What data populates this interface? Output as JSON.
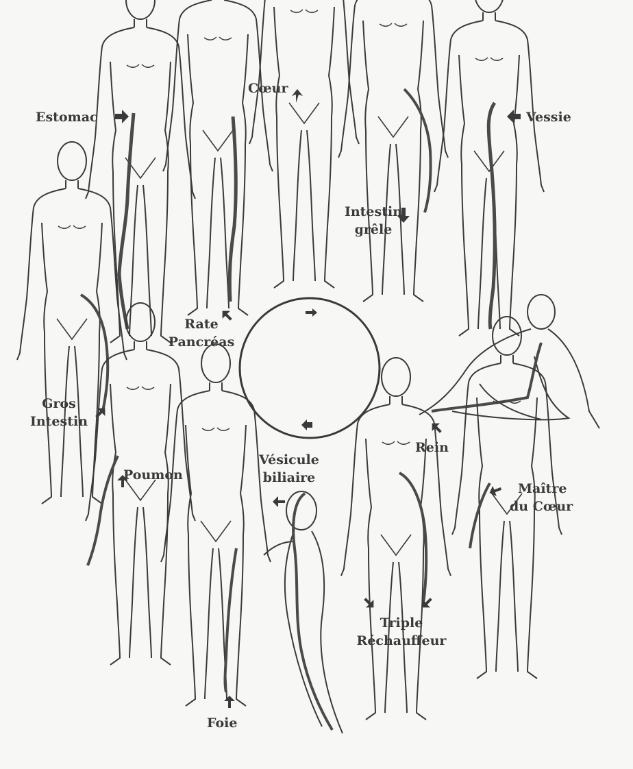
{
  "colors": {
    "ink": "#3a3a3a",
    "meridian": "#4a4a4a",
    "paper": "#f7f7f5"
  },
  "labels": {
    "estomac": "Estomac",
    "coeur": "Cœur",
    "vessie": "Vessie",
    "intestin_grele": [
      "Intestin",
      "grêle"
    ],
    "rate_pancreas": [
      "Rate",
      "Pancréas"
    ],
    "gros_intestin": [
      "Gros",
      "Intestin"
    ],
    "rein": "Rein",
    "poumon": "Poumon",
    "vesicule_biliaire": [
      "Vésicule",
      "biliaire"
    ],
    "maitre_du_coeur": [
      "Maître",
      "du Cœur"
    ],
    "triple_rechauffeur": [
      "Triple",
      "Réchauffeur"
    ],
    "foie": "Foie"
  }
}
